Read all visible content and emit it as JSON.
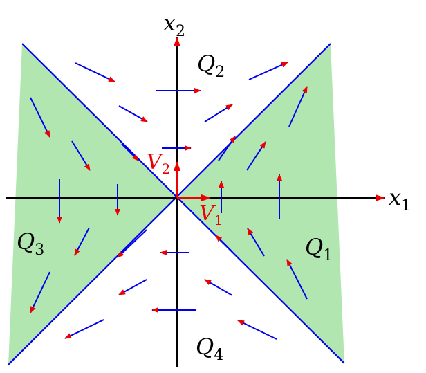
{
  "labels": {
    "x1": {
      "main": "x",
      "sub": "1"
    },
    "x2": {
      "main": "x",
      "sub": "2"
    },
    "Q1": {
      "main": "Q",
      "sub": "1"
    },
    "Q2": {
      "main": "Q",
      "sub": "2"
    },
    "Q3": {
      "main": "Q",
      "sub": "3"
    },
    "Q4": {
      "main": "Q",
      "sub": "4"
    },
    "V1": {
      "main": "V",
      "sub": "1"
    },
    "V2": {
      "main": "V",
      "sub": "2"
    }
  },
  "colors": {
    "region_fill": "#b2e6b0",
    "line": "#0000ee",
    "arrow_head": "#ee0000",
    "axis": "#000000",
    "eigen_vector": "#ee0000"
  }
}
